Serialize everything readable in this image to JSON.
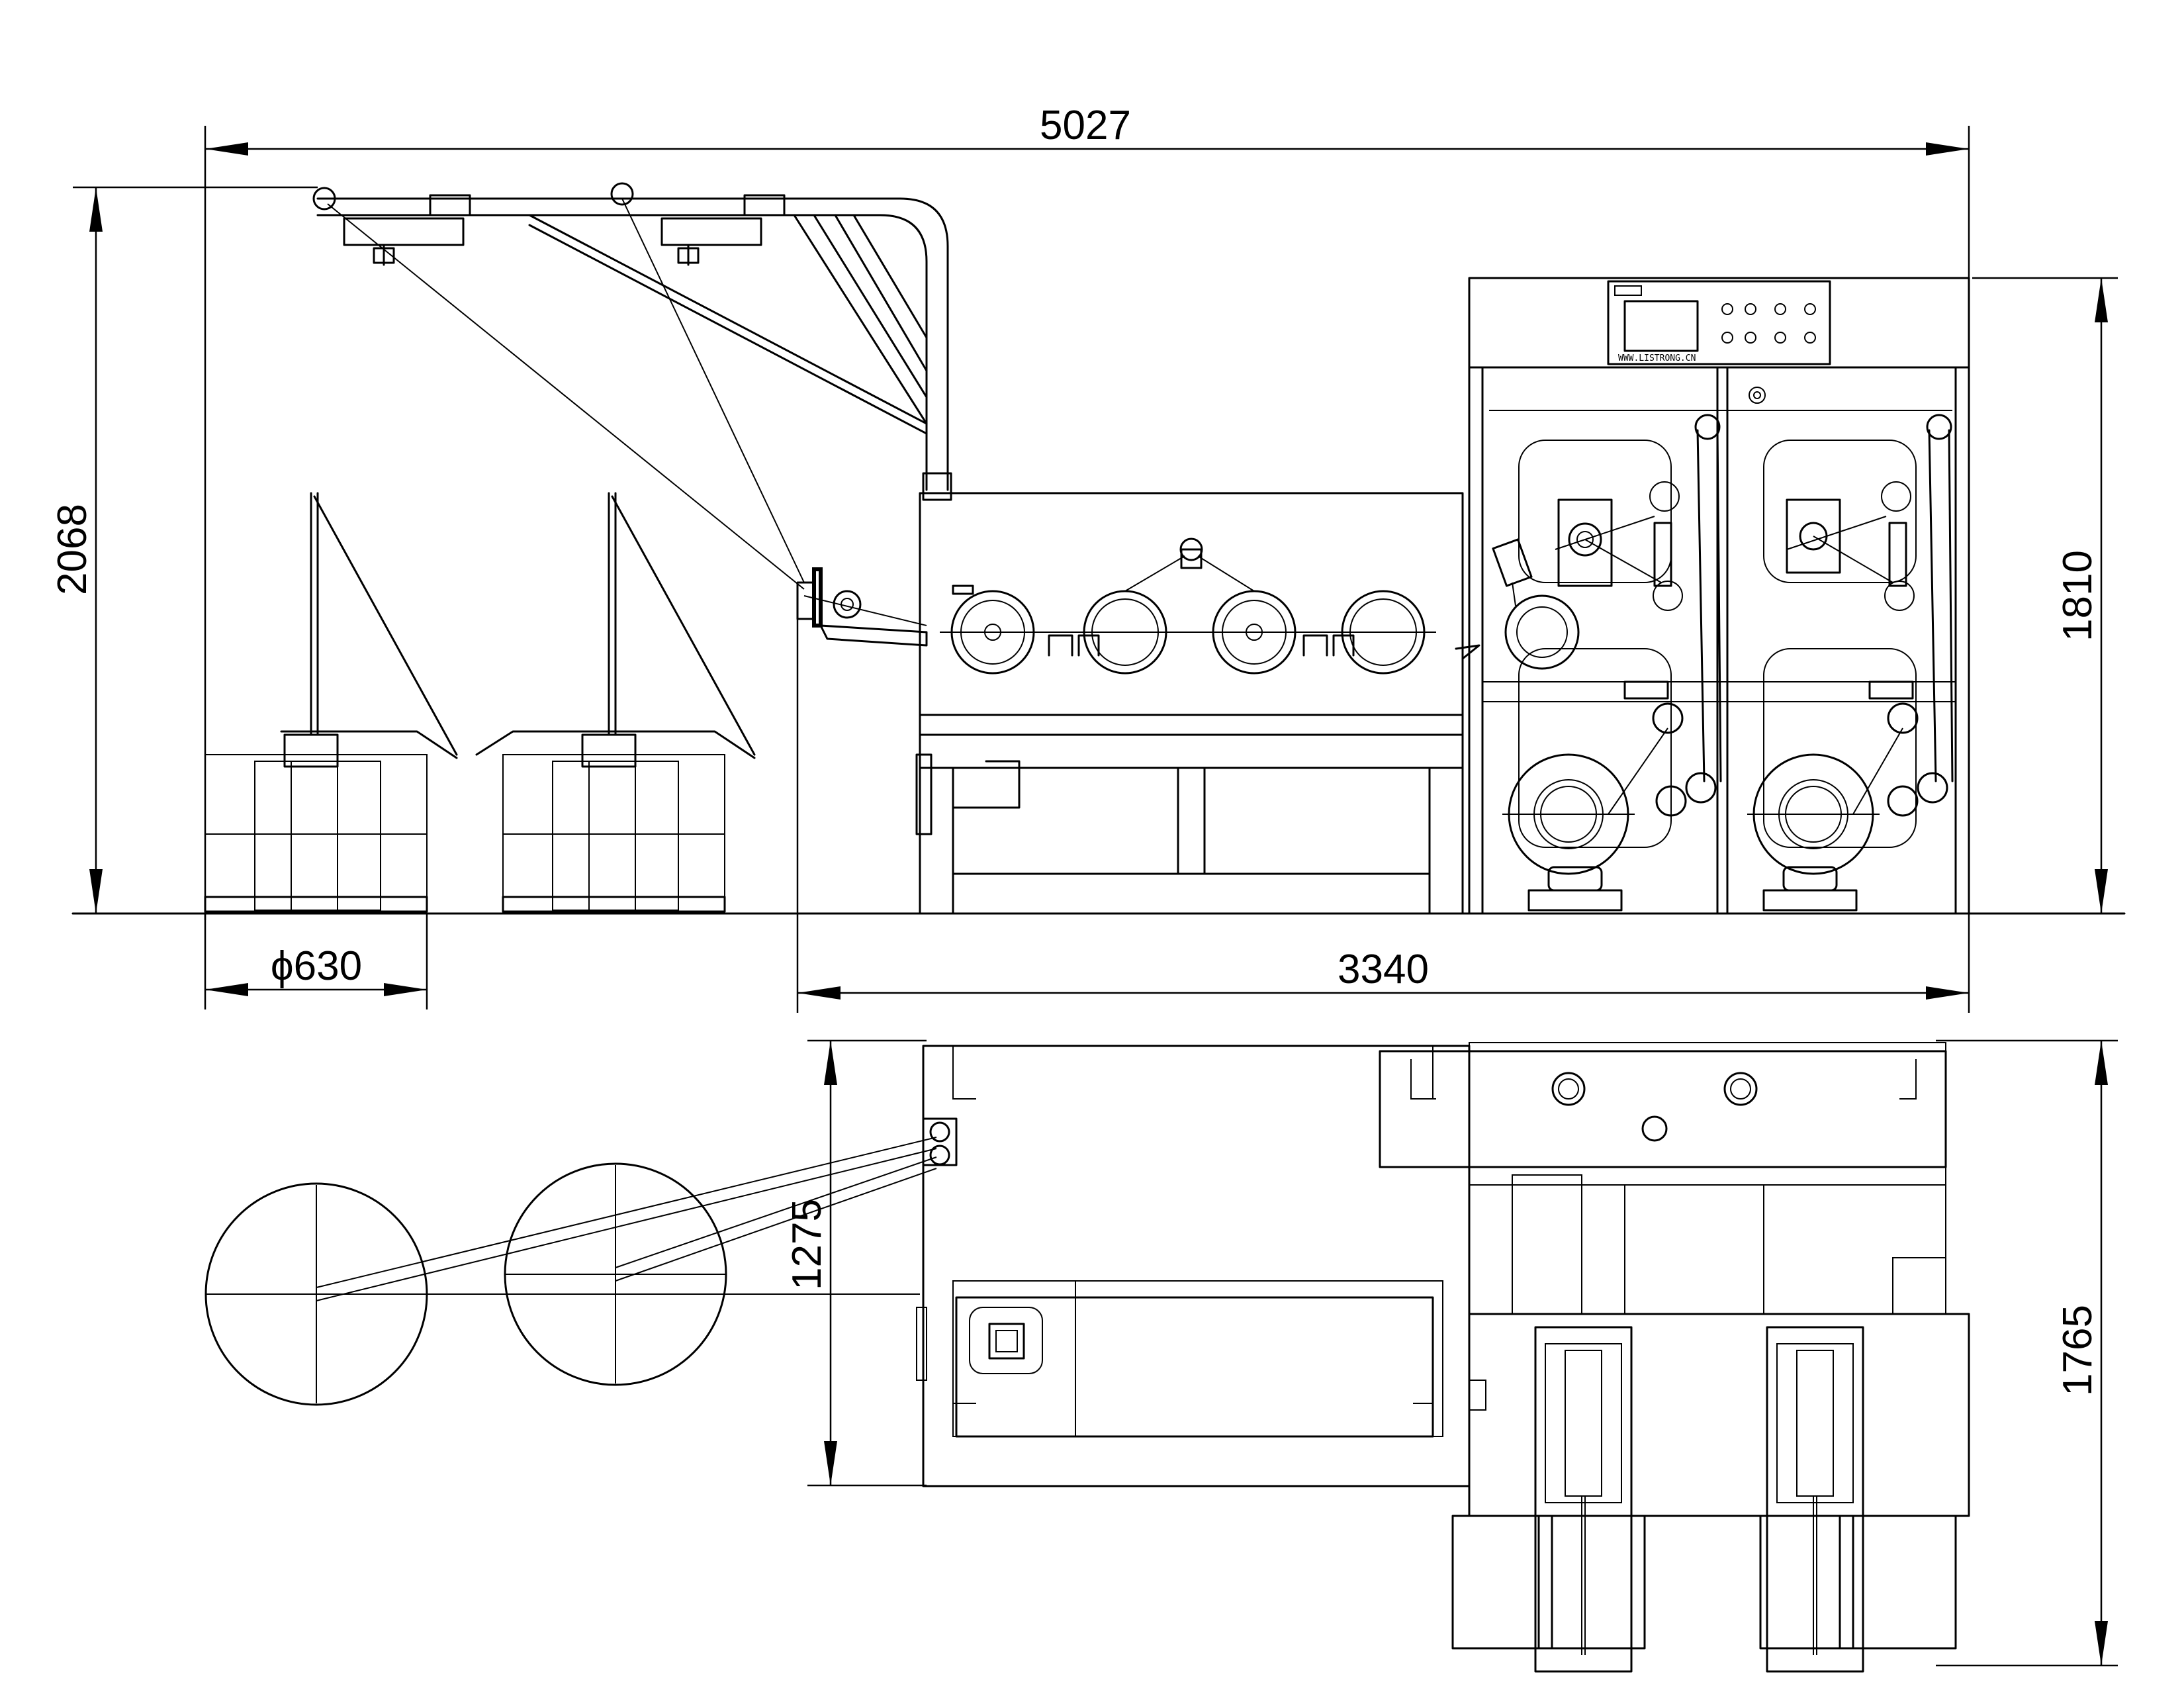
{
  "dimensions": {
    "overall_length": "5027",
    "overall_height": "2068",
    "machine_height": "1810",
    "spool_diameter": "ϕ630",
    "machine_length": "3340",
    "payoff_distance": "1275",
    "plan_depth": "1765"
  },
  "control_panel": {
    "website": "WWW.LISTRONG.CN"
  }
}
